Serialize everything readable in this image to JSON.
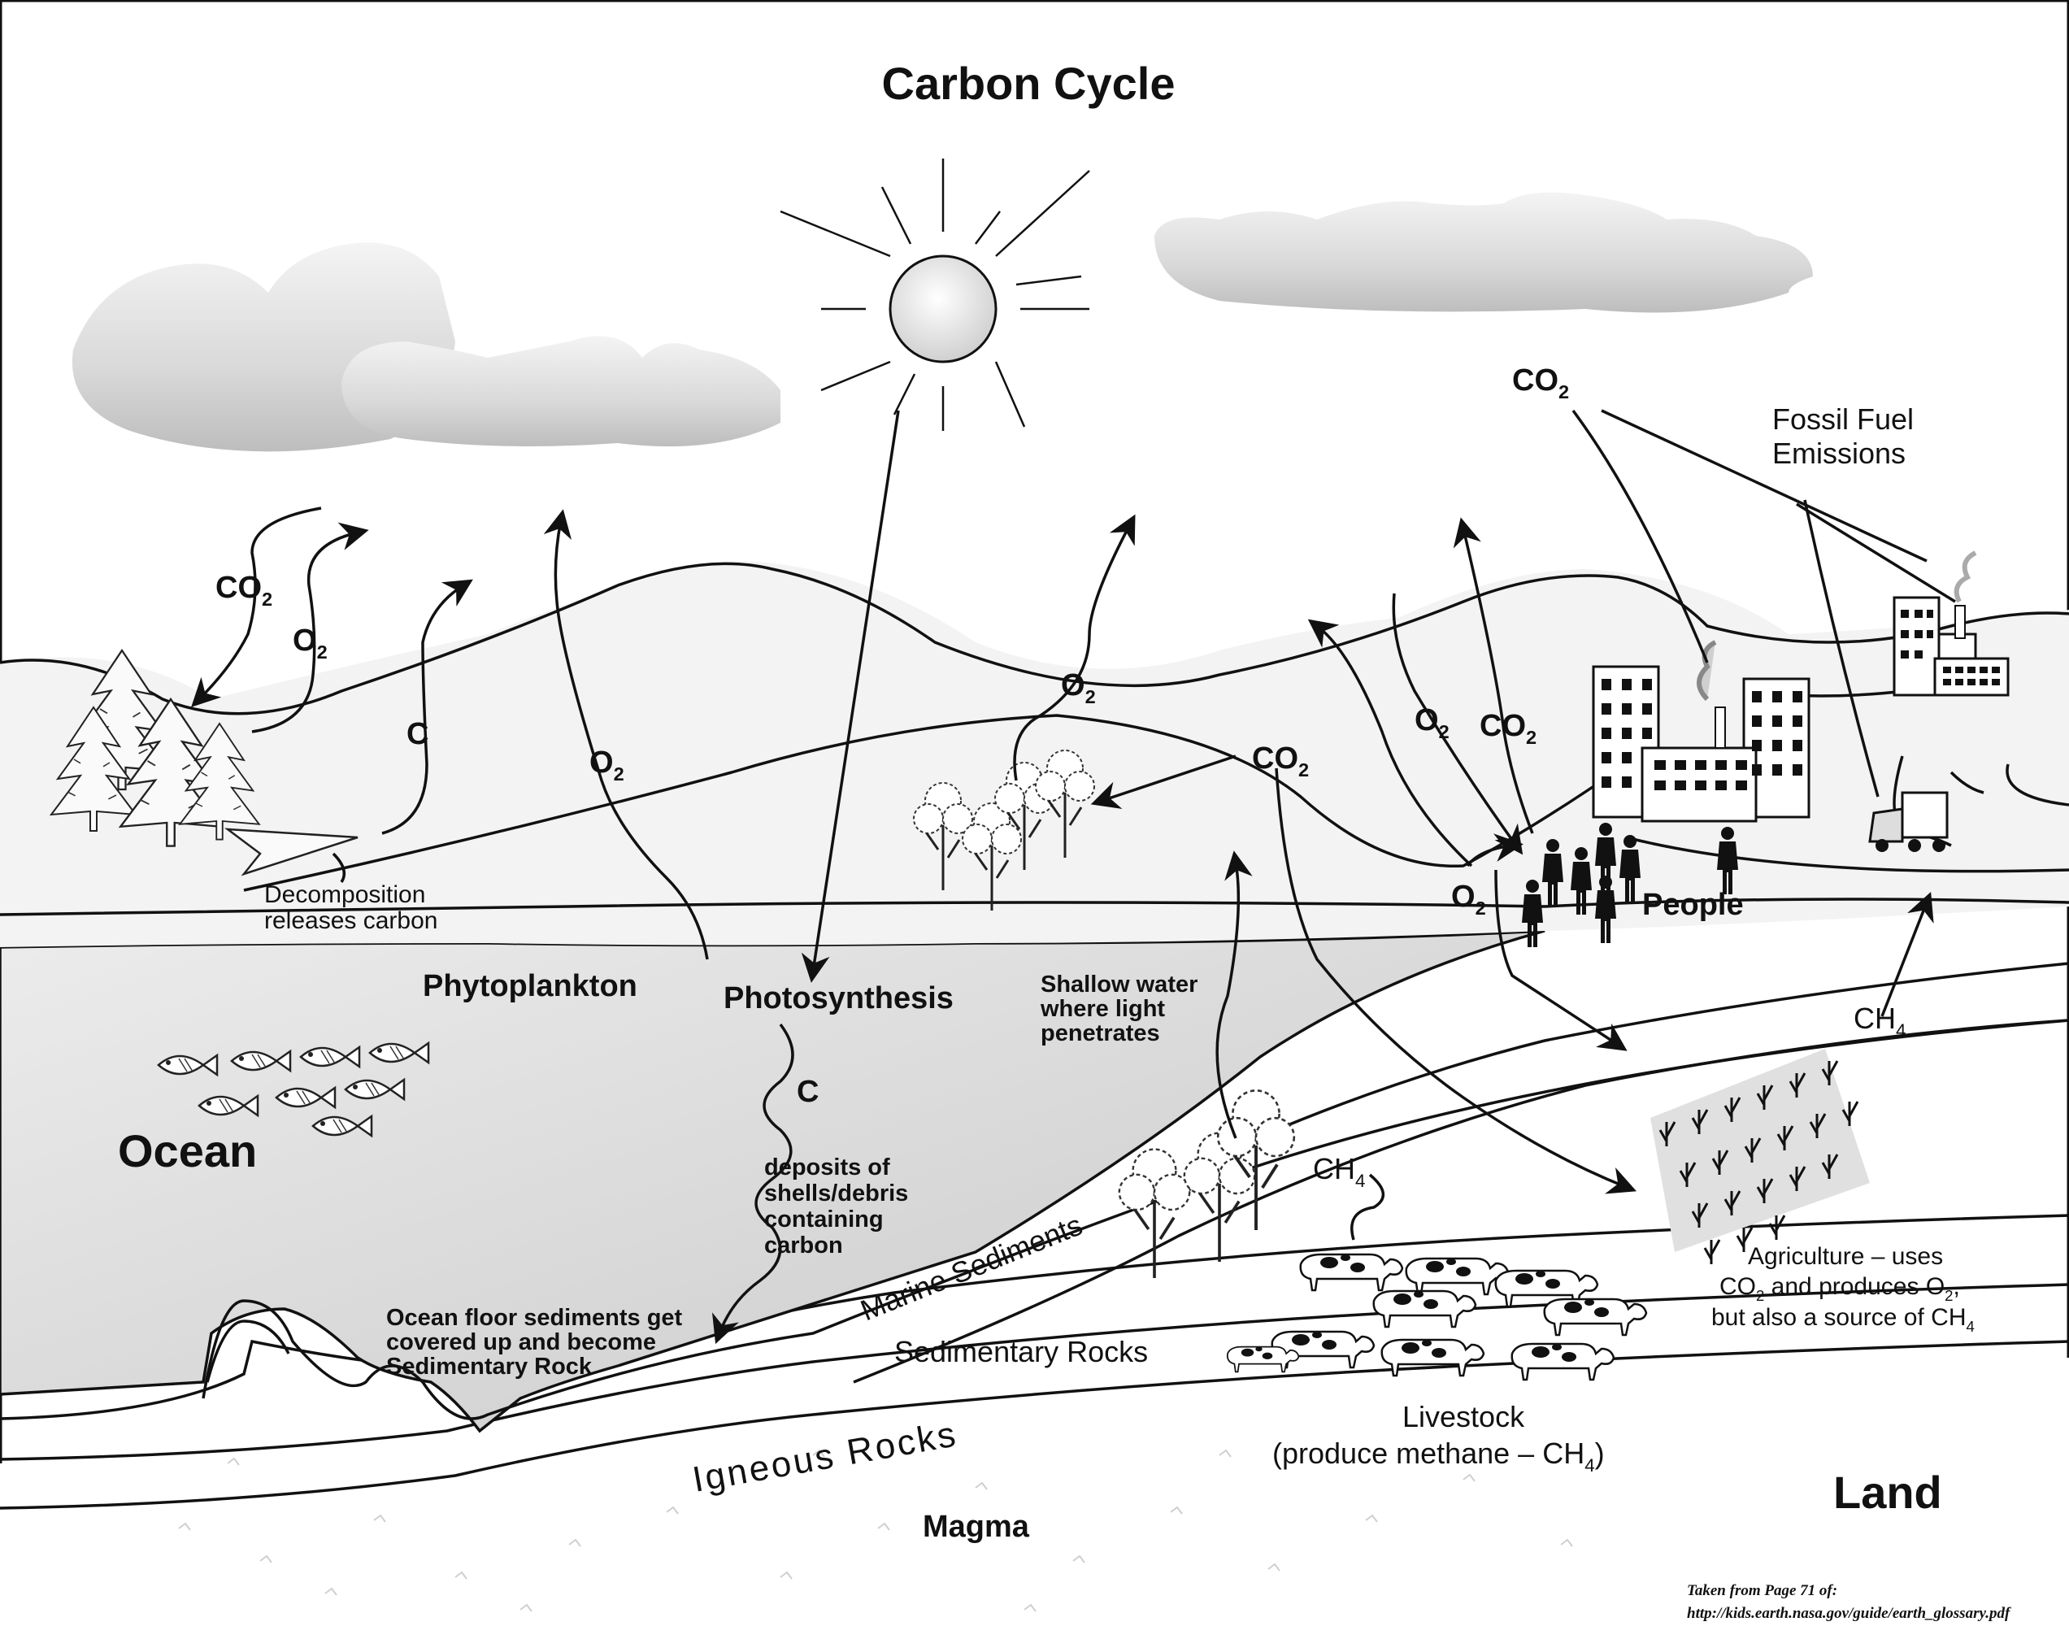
{
  "title": "Carbon Cycle",
  "labels": {
    "co2_left": "CO",
    "o2_left": "O",
    "c_left": "C",
    "o2_mid_left": "O",
    "decomposition_1": "Decomposition",
    "decomposition_2": "releases carbon",
    "phytoplankton": "Phytoplankton",
    "photosynthesis": "Photosynthesis",
    "shallow_1": "Shallow water",
    "shallow_2": "where light",
    "shallow_3": "penetrates",
    "c_ocean": "C",
    "deposits_1": "deposits of",
    "deposits_2": "shells/debris",
    "deposits_3": "containing",
    "deposits_4": "carbon",
    "ocean": "Ocean",
    "ocean_floor_1": "Ocean floor sediments get",
    "ocean_floor_2": "covered up and become",
    "ocean_floor_3": "Sedimentary Rock",
    "marine_sediments": "Marine Sediments",
    "sedimentary_rocks": "Sedimentary Rocks",
    "igneous_rocks": "Igneous Rocks",
    "magma": "Magma",
    "o2_trees": "O",
    "co2_trees": "CO",
    "o2_people_upper": "O",
    "co2_people_upper": "CO",
    "o2_people_lower": "O",
    "people": "People",
    "co2_factory": "CO",
    "fossil_1": "Fossil Fuel",
    "fossil_2": "Emissions",
    "ch4_livestock": "CH",
    "livestock_1": "Livestock",
    "livestock_2": "(produce methane – CH",
    "livestock_2_end": ")",
    "ch4_agri": "CH",
    "agri_1": "Agriculture – uses",
    "agri_2a": "CO",
    "agri_2b": "  and produces O",
    "agri_2c": ",",
    "agri_3": "but also a source of CH",
    "land": "Land",
    "source_1": "Taken from Page 71 of:",
    "source_2": "http://kids.earth.nasa.gov/guide/earth_glossary.pdf",
    "sub2": "2",
    "sub4": "4"
  }
}
